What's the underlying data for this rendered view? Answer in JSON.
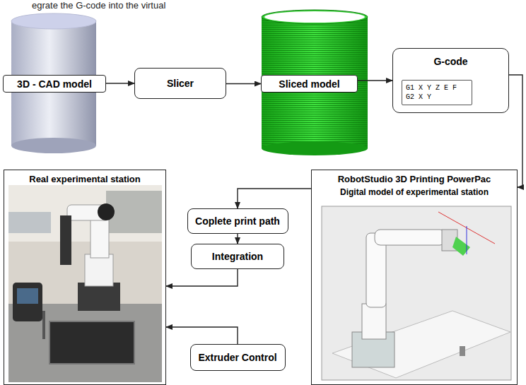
{
  "diagram": {
    "nodes": [
      {
        "text": [
          "3D - CAD model"
        ]
      },
      {
        "text": [
          "Slicer"
        ]
      },
      {
        "text": [
          "Sliced model"
        ]
      },
      {
        "text": [
          "G-code"
        ]
      },
      {
        "text": [
          "G1 X Y Z E F",
          "G2 X Y"
        ],
        "in": 3
      },
      {
        "text": [
          "Real experimental station"
        ]
      },
      {
        "text": [
          "Coplete print path"
        ]
      },
      {
        "text": [
          "Integration"
        ]
      },
      {
        "text": [
          "Extruder Control"
        ]
      },
      {
        "text": [
          "RobotStudio 3D Printing PowerPac",
          "Digital model of experimental station"
        ]
      }
    ],
    "edges": [
      {
        "from": 0,
        "to": 1,
        "arrow": "to"
      },
      {
        "from": 1,
        "to": 2,
        "arrow": "to"
      },
      {
        "from": 2,
        "to": 3,
        "arrow": "to"
      },
      {
        "from": 3,
        "to": 9,
        "arrow": "to"
      },
      {
        "from": 9,
        "to": 6,
        "arrow": "to"
      },
      {
        "from": 6,
        "to": 7,
        "arrow": "to"
      },
      {
        "from": 7,
        "to": 5,
        "arrow": "to"
      },
      {
        "from": 8,
        "to": 5,
        "arrow": "to"
      }
    ],
    "labels": [
      "egrate the G-code into the virtual"
    ]
  }
}
